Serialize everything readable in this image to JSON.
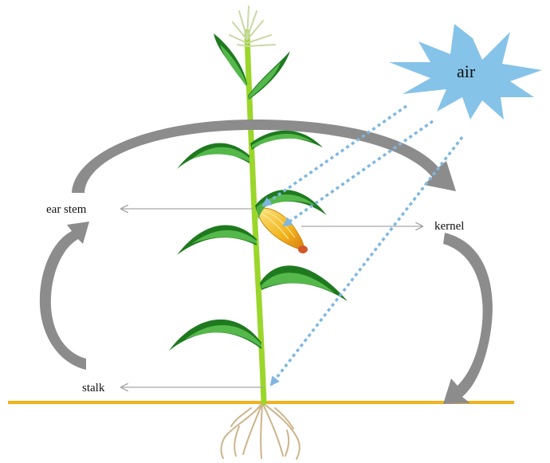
{
  "labels": {
    "air": "air",
    "ear_stem": "ear stem",
    "kernel": "kernel",
    "stalk": "stalk"
  },
  "colors": {
    "ground": "#f2b21c",
    "stalk": "#9bd62a",
    "leaf_dark": "#1f7a1f",
    "leaf_light": "#55b84a",
    "cycle_arrow": "#8c8c8c",
    "pointer_arrow": "#a6a6a6",
    "air_flow": "#7fb7e0",
    "air_burst": "#86c3e8",
    "root": "#cdb48a",
    "ear": "#f2c430",
    "tassel": "#c9d9a4"
  },
  "icons": {
    "air_source": "starburst-icon",
    "plant": "maize-plant-icon",
    "ear": "corn-ear-icon"
  }
}
